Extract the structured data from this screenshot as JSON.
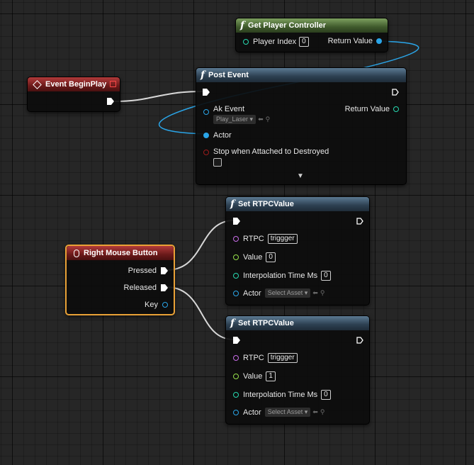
{
  "nodes": {
    "get_player_controller": {
      "title": "Get Player Controller",
      "player_index_label": "Player Index",
      "player_index_value": "0",
      "return_label": "Return Value"
    },
    "event_beginplay": {
      "title": "Event BeginPlay"
    },
    "post_event": {
      "title": "Post Event",
      "ak_event_label": "Ak Event",
      "ak_event_value": "Play_Laser",
      "return_label": "Return Value",
      "actor_label": "Actor",
      "stop_label": "Stop when Attached to Destroyed"
    },
    "right_mouse_button": {
      "title": "Right Mouse Button",
      "pressed_label": "Pressed",
      "released_label": "Released",
      "key_label": "Key"
    },
    "set_rtpc_1": {
      "title": "Set RTPCValue",
      "rtpc_label": "RTPC",
      "rtpc_value": "triggger",
      "value_label": "Value",
      "value_value": "0",
      "interp_label": "Interpolation Time Ms",
      "interp_value": "0",
      "actor_label": "Actor",
      "actor_value": "Select Asset"
    },
    "set_rtpc_2": {
      "title": "Set RTPCValue",
      "rtpc_label": "RTPC",
      "rtpc_value": "triggger",
      "value_label": "Value",
      "value_value": "1",
      "interp_label": "Interpolation Time Ms",
      "interp_value": "0",
      "actor_label": "Actor",
      "actor_value": "Select Asset"
    }
  },
  "icons": {
    "function": "f",
    "event": "diamond-icon",
    "mouse": "mouse-icon",
    "expand": "▼",
    "dropdown": "▾",
    "arrow_left": "⬅",
    "search": "⚲"
  },
  "colors": {
    "object_pin": "#2aa5e8",
    "int_pin": "#27d9b0",
    "float_pin": "#96e04a",
    "string_pin": "#c86de8",
    "bool_pin": "#9c1c1c",
    "exec_pin": "#ffffff",
    "wire_exec": "#d8d8d8",
    "wire_object": "#2aa5e8",
    "selection": "#e9a136"
  }
}
